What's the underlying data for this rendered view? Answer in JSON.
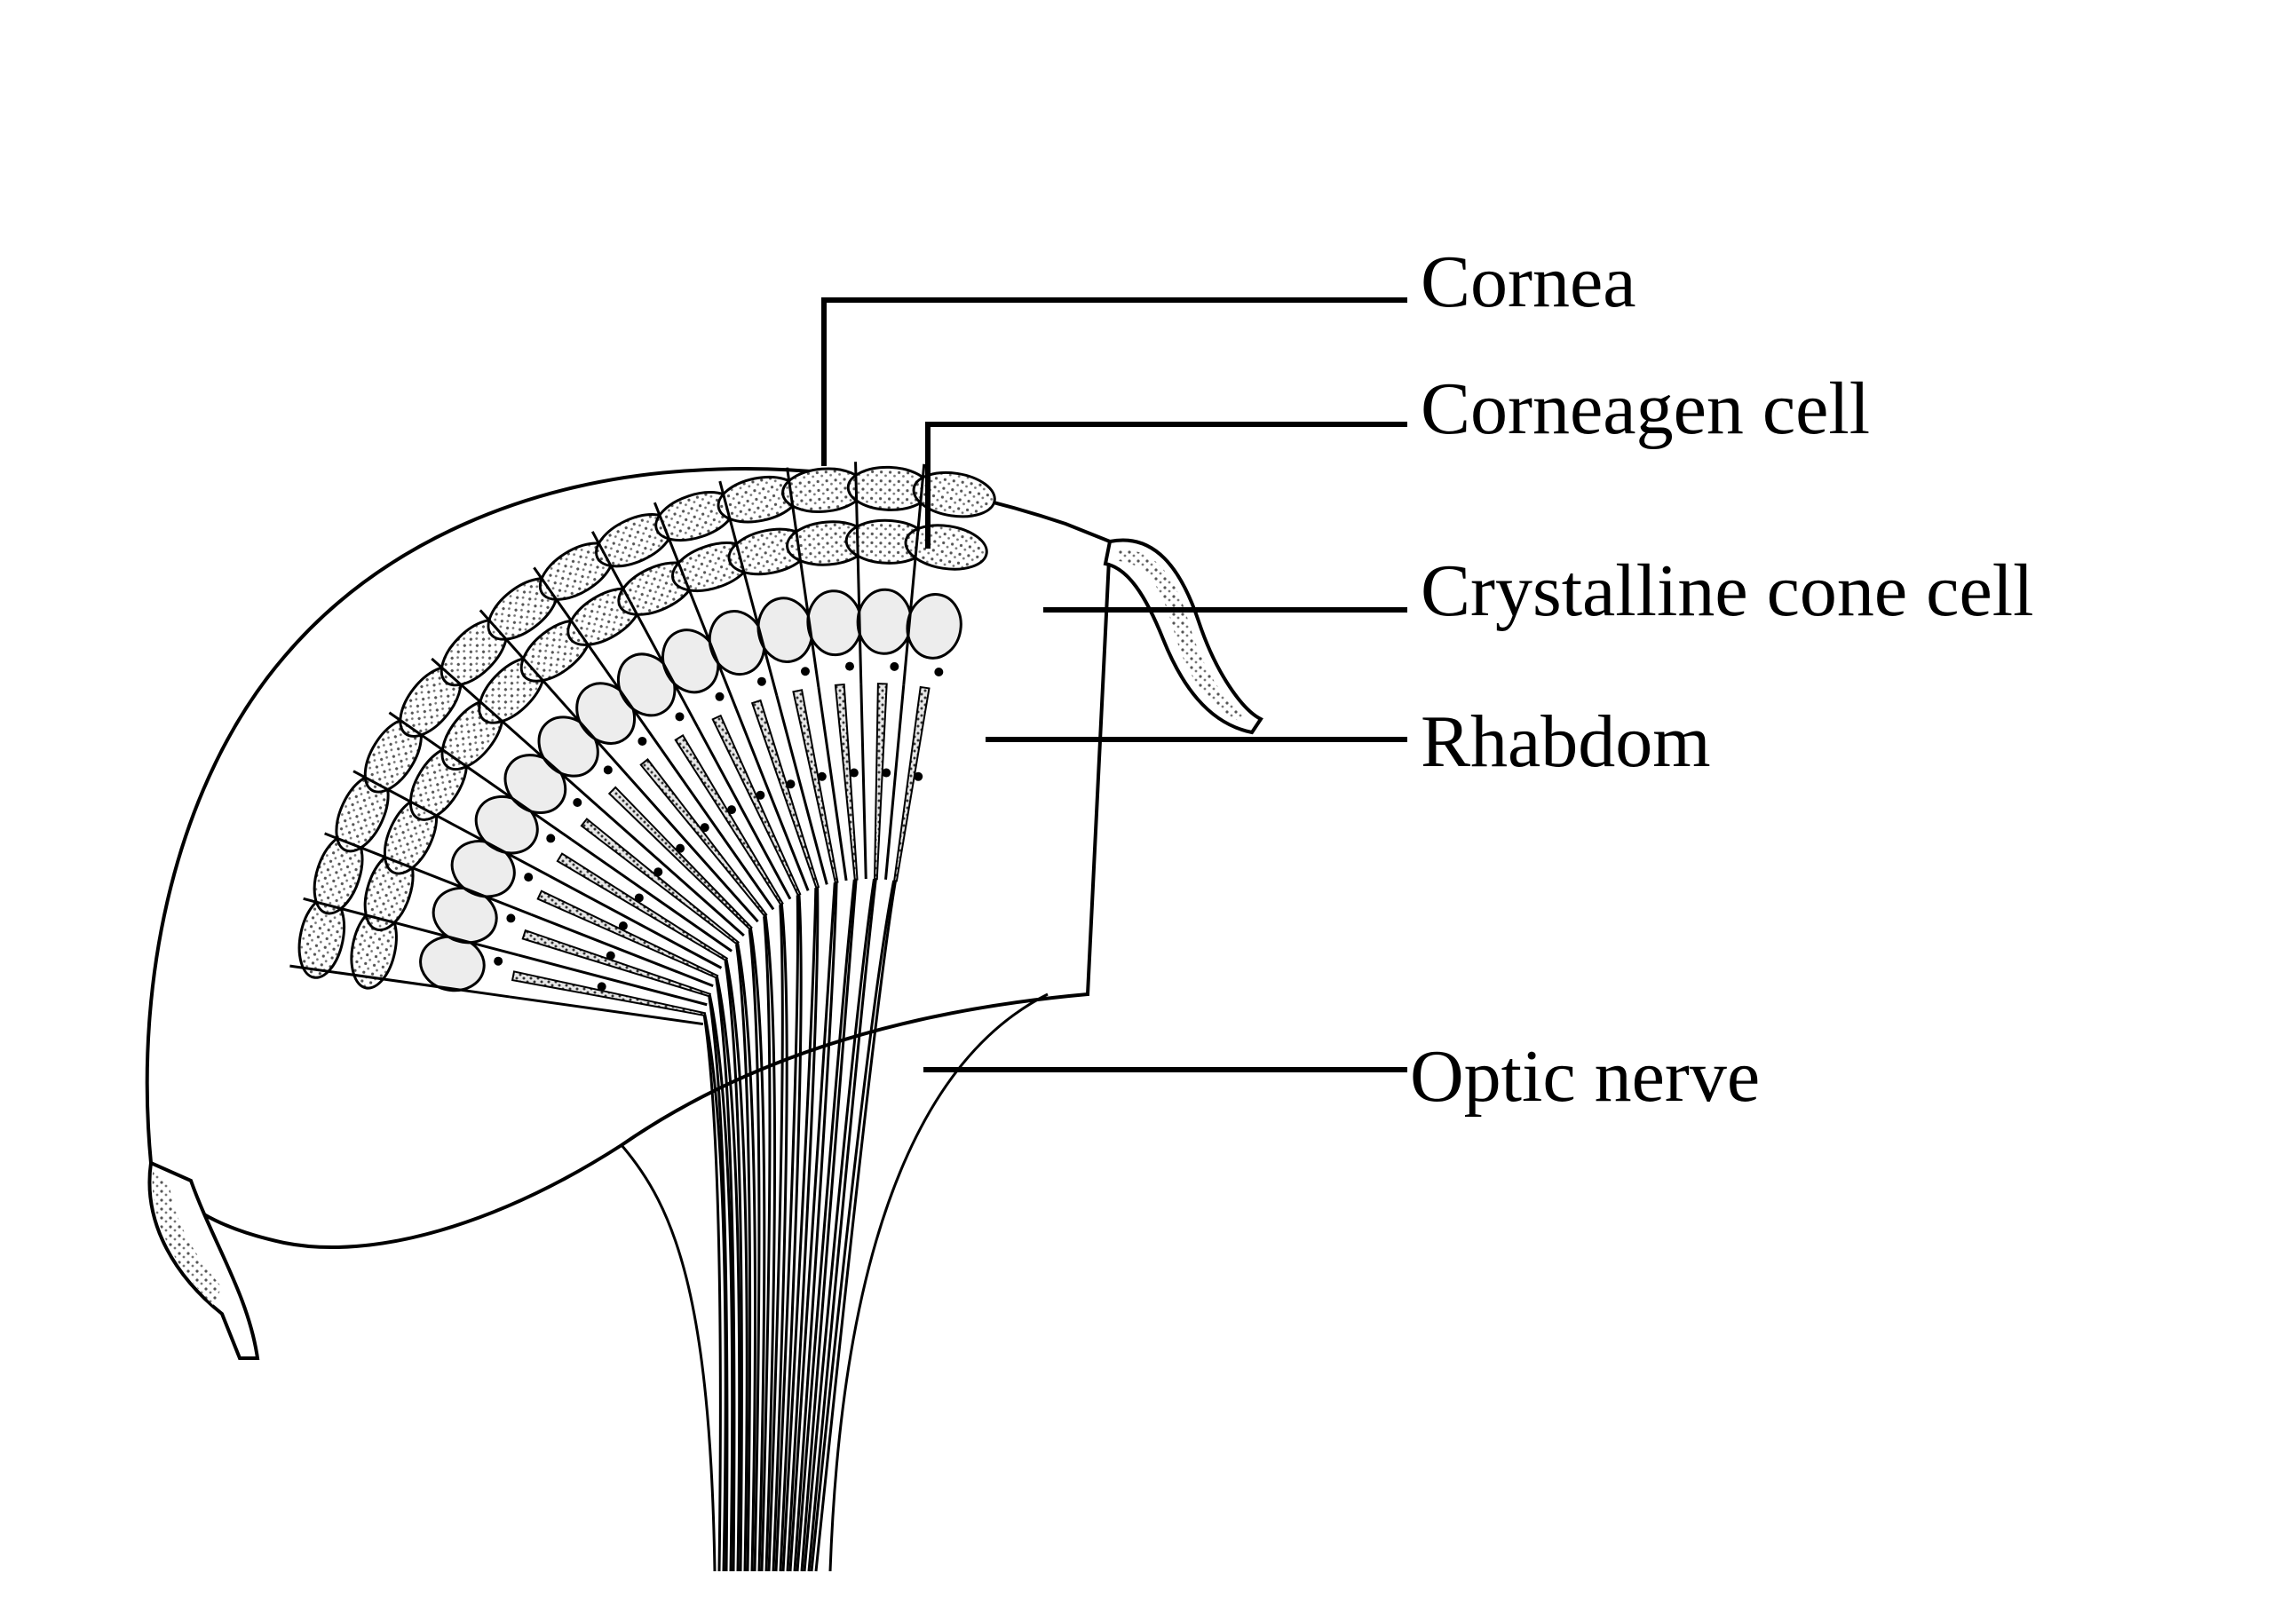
{
  "labels": {
    "cornea": "Cornea",
    "corneagen_cell": "Corneagen cell",
    "crystalline_cone_cell": "Crystalline cone cell",
    "rhabdom": "Rhabdom",
    "optic_nerve": "Optic nerve"
  },
  "colors": {
    "ink": "#000000",
    "paper": "#ffffff",
    "shade": "#c8c8c8"
  }
}
